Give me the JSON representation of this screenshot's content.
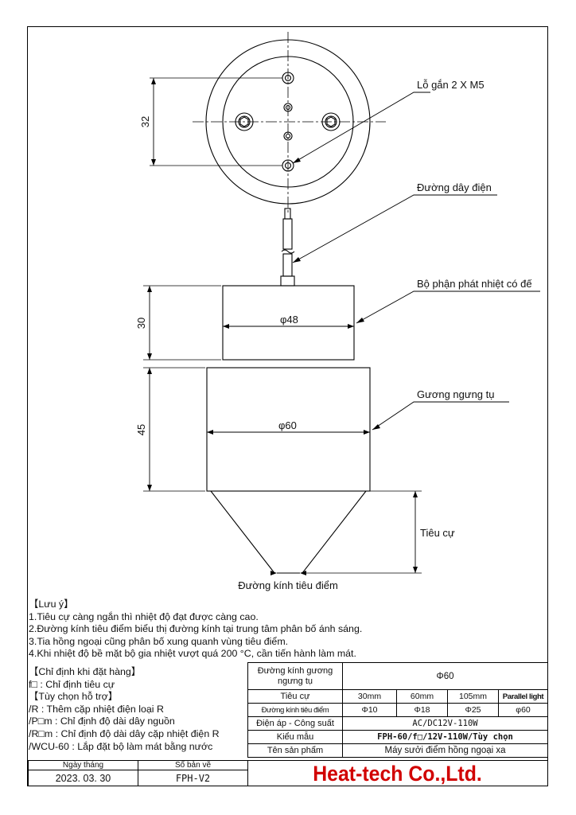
{
  "labels": {
    "mounting_holes": "Lỗ gắn 2 X M5",
    "power_cable": "Đường dây điện",
    "heater_unit": "Bộ phận phát nhiệt có đế",
    "condenser_mirror": "Gương ngưng tụ",
    "focal_length": "Tiêu cự",
    "focal_diameter": "Đường kính tiêu điểm"
  },
  "dimensions": {
    "hole_spacing": "32",
    "upper_height": "30",
    "lower_height": "45",
    "upper_diameter": "φ48",
    "lower_diameter": "φ60"
  },
  "notes": {
    "heading": "【Lưu ý】",
    "items": [
      "1.Tiêu cự càng ngắn thì nhiệt độ đạt được càng cao.",
      "2.Đường kính tiêu điểm biểu thị đường kính tại trung tâm phân bố ánh sáng.",
      "3.Tia hồng ngoại cũng phân bố xung quanh vùng tiêu điểm.",
      "4.Khi nhiệt độ bề mặt bộ gia nhiệt vượt quá 200 °C, cần tiến hành làm mát."
    ]
  },
  "ordering": {
    "heading": "【Chỉ định khi đặt hàng】",
    "item": "f□ : Chỉ định tiêu cự",
    "options_heading": "【Tùy chọn hỗ trợ】",
    "options": [
      "/R : Thêm cặp nhiệt điện loại R",
      "/P□m : Chỉ định độ dài dây nguồn",
      "/R□m : Chỉ định độ dài dây cặp nhiệt điện R",
      "/WCU-60 : Lắp đặt bộ làm mát bằng nước"
    ]
  },
  "spec": {
    "mirror_label": "Đường kính gương ngưng tụ",
    "mirror_value": "Φ60",
    "focal_label": "Tiêu cự",
    "focal_values": [
      "30mm",
      "60mm",
      "105mm",
      "Parallel light"
    ],
    "spot_label": "Đường kính tiêu điểm",
    "spot_values": [
      "Φ10",
      "Φ18",
      "Φ25",
      "φ60"
    ],
    "power_label": "Điện áp - Công suất",
    "power_value": "AC/DC12V-110W",
    "model_label": "Kiểu mẫu",
    "model_value": "FPH-60/f□/12V-110W/Tùy chọn",
    "product_label": "Tên sản phẩm",
    "product_value": "Máy sưởi điểm hồng ngoại xa"
  },
  "titleblock": {
    "date_label": "Ngày tháng",
    "drawing_no_label": "Số bản vẽ",
    "date": "2023. 03. 30",
    "drawing_no": "FPH-V2",
    "company": "Heat-tech Co.,Ltd."
  },
  "colors": {
    "company": "#d10000",
    "lines": "#000000"
  }
}
